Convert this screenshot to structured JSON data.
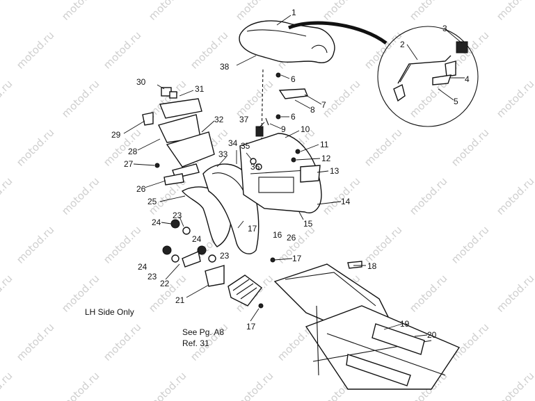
{
  "callouts": {
    "c1": "1",
    "c2": "2",
    "c3": "3",
    "c4": "4",
    "c5": "5",
    "c6a": "6",
    "c6b": "6",
    "c7": "7",
    "c8": "8",
    "c9": "9",
    "c10": "10",
    "c11": "11",
    "c12": "12",
    "c13": "13",
    "c14": "14",
    "c15": "15",
    "c16": "16",
    "c17a": "17",
    "c17b": "17",
    "c17c": "17",
    "c18": "18",
    "c19": "19",
    "c20": "20",
    "c21": "21",
    "c22": "22",
    "c23a": "23",
    "c23b": "23",
    "c23c": "23",
    "c24a": "24",
    "c24b": "24",
    "c24c": "24",
    "c25": "25",
    "c26a": "26",
    "c26b": "26",
    "c27": "27",
    "c28": "28",
    "c29": "29",
    "c30": "30",
    "c31": "31",
    "c32": "32",
    "c33": "33",
    "c34": "34",
    "c35": "35",
    "c36": "36",
    "c37": "37",
    "c38": "38"
  },
  "notes": {
    "lh_side": "LH Side Only",
    "see_page": "See Pg. A8",
    "ref": "Ref. 31"
  },
  "watermark": "motod.ru"
}
